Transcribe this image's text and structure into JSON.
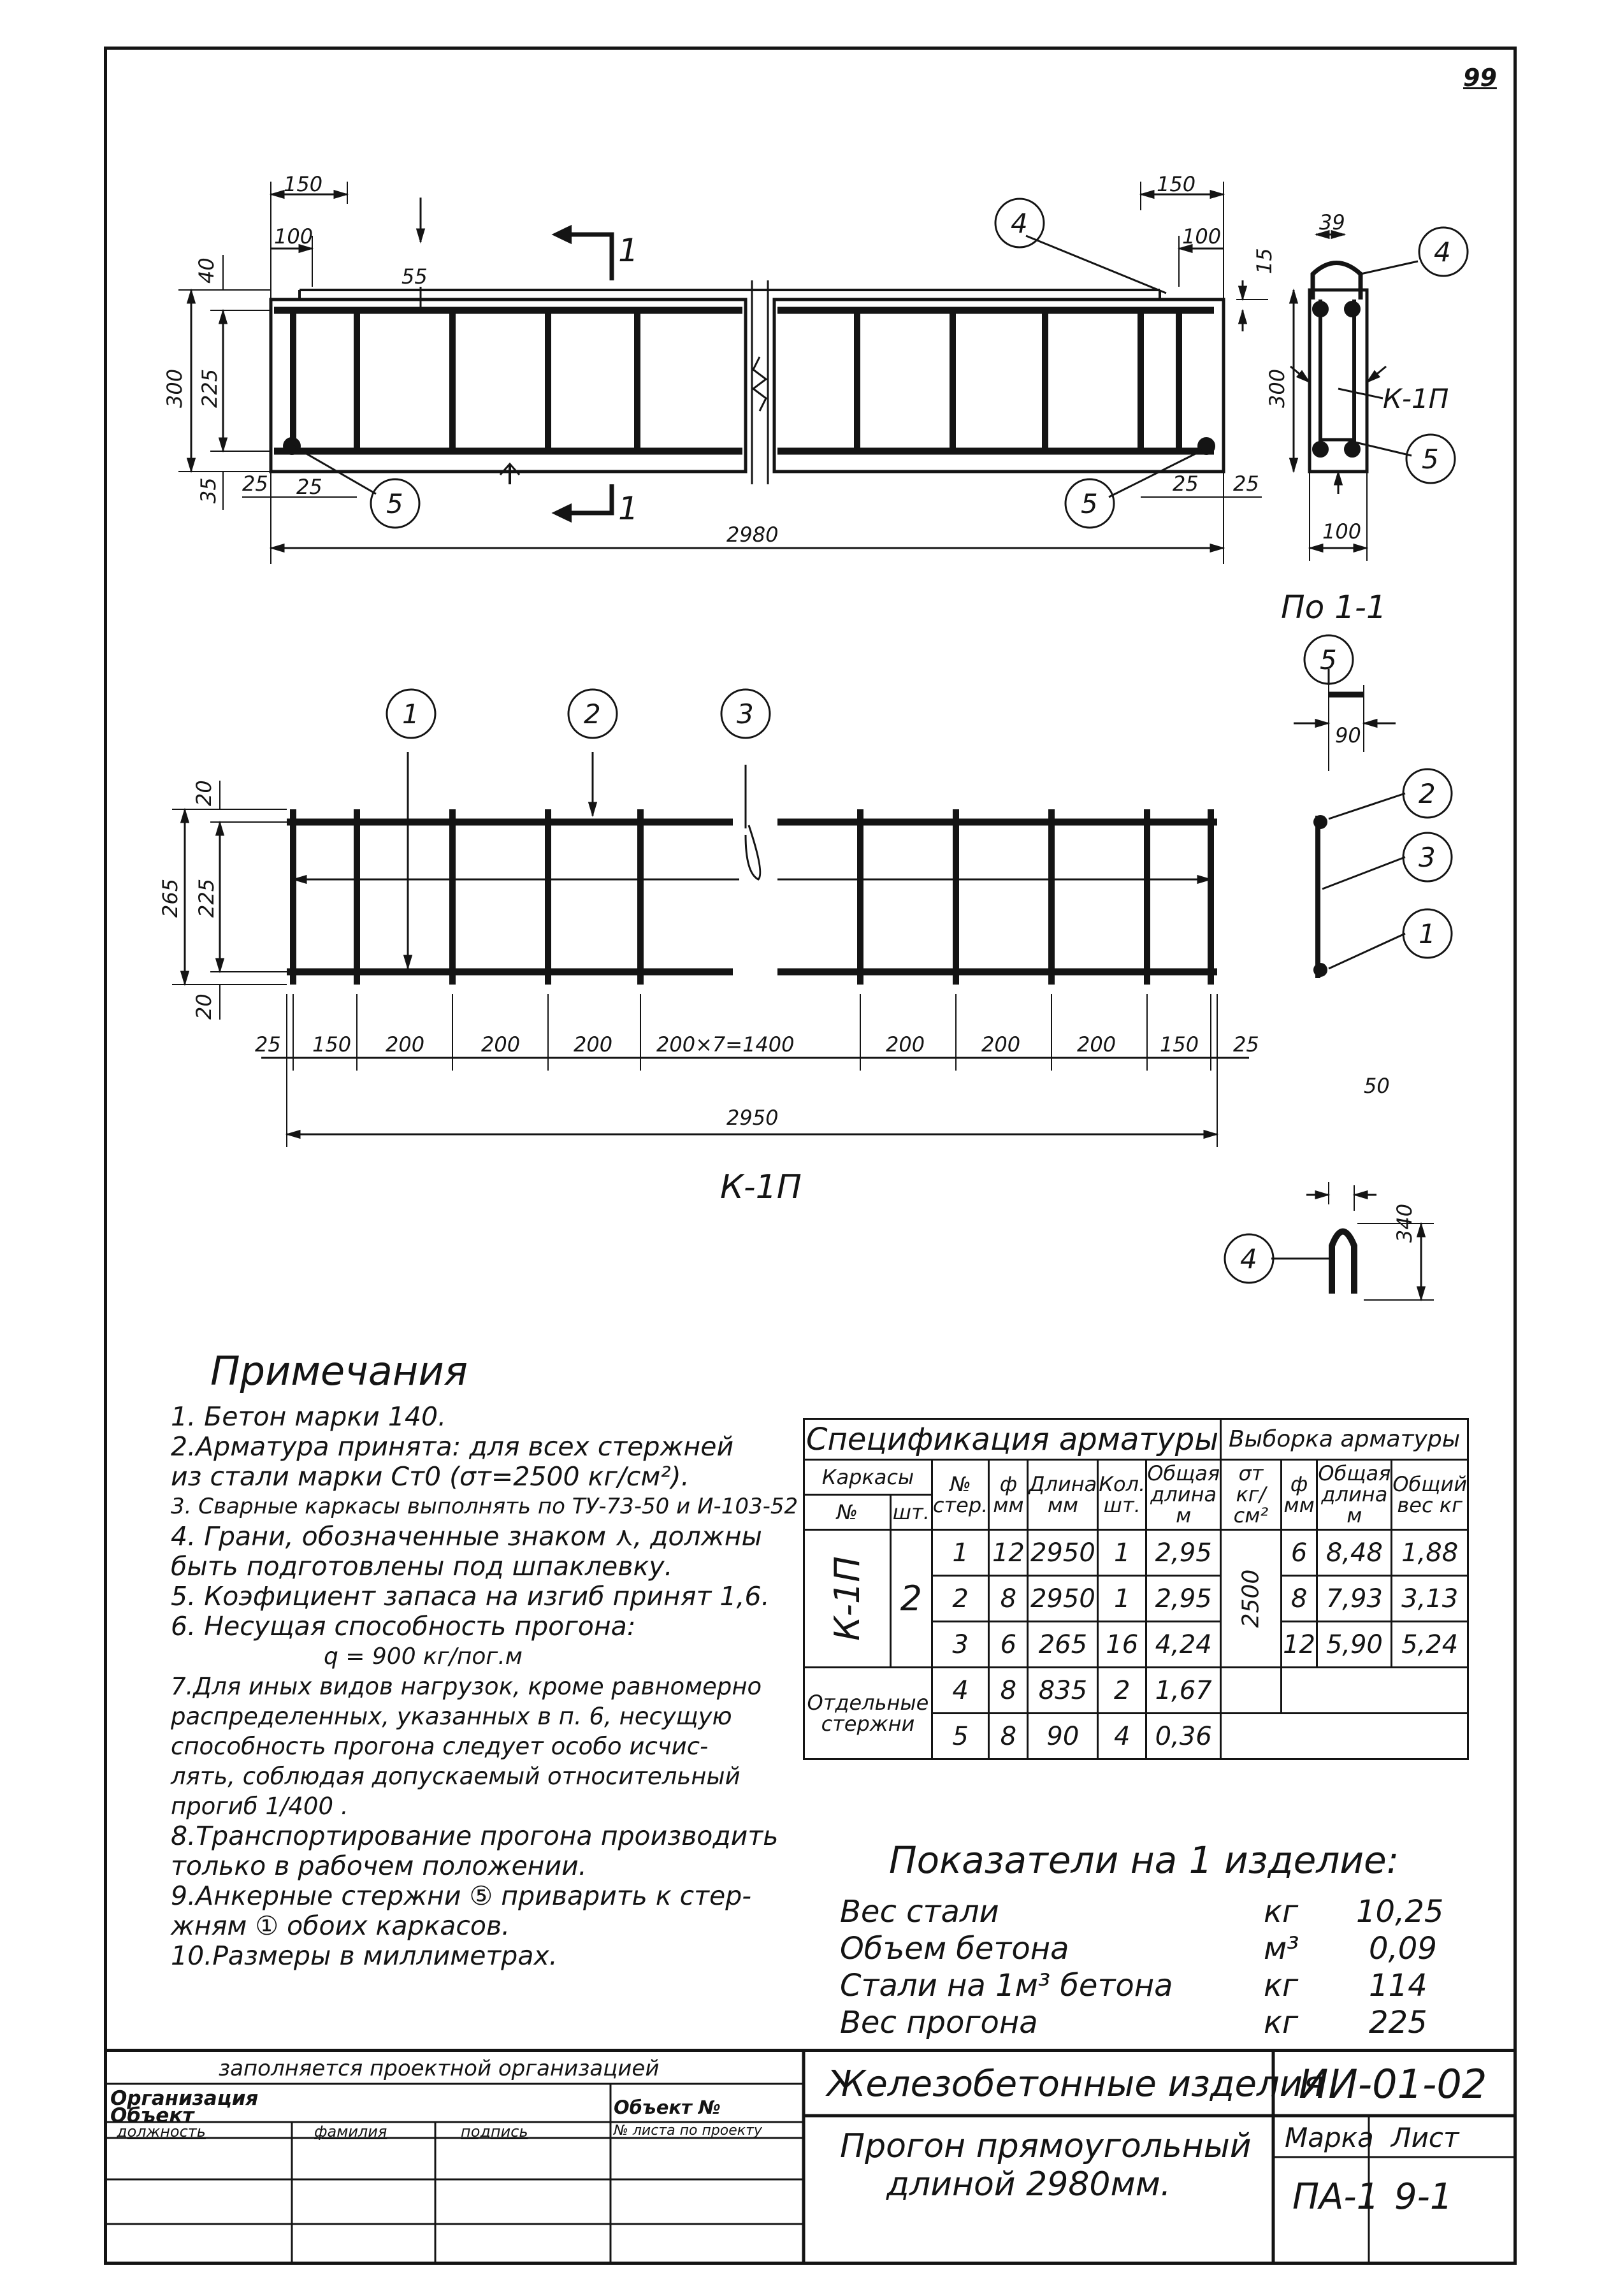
{
  "page_number": "99",
  "drawing": {
    "main_view": {
      "dims": {
        "d150_left": "150",
        "d100_left": "100",
        "d55": "55",
        "d40": "40",
        "d300": "300",
        "d225": "225",
        "d35": "35",
        "d25a": "25",
        "d25b": "25",
        "d150_right": "150",
        "d100_right": "100",
        "d15": "15",
        "d25c": "25",
        "d25d": "25",
        "d2980": "2980"
      },
      "section_mark": "1",
      "callouts": {
        "c4": "4",
        "c5a": "5",
        "c5b": "5"
      }
    },
    "section_view": {
      "dims": {
        "d39": "39",
        "d300": "300",
        "d100": "100"
      },
      "callouts": {
        "c4": "4",
        "c5": "5"
      },
      "label_k1p": "К-1П",
      "caption": "По 1-1"
    },
    "cage_view": {
      "dims": {
        "d20a": "20",
        "d265": "265",
        "d225": "225",
        "d20b": "20",
        "d25a": "25",
        "d150a": "150",
        "d200a": "200",
        "d200b": "200",
        "d200c": "200",
        "d200x7": "200×7=1400",
        "d200d": "200",
        "d200e": "200",
        "d200f": "200",
        "d150b": "150",
        "d25b": "25",
        "d2950": "2950"
      },
      "callouts": {
        "c1": "1",
        "c2": "2",
        "c3": "3"
      },
      "caption": "К-1П"
    },
    "detail5": {
      "callout": "5",
      "dim": "90"
    },
    "detail_side": {
      "c2": "2",
      "c3": "3",
      "c1": "1"
    },
    "detail4": {
      "callout": "4",
      "dim50": "50",
      "dim340": "340"
    }
  },
  "notes": {
    "title": "Примечания",
    "lines": [
      "1. Бетон марки 140.",
      "2.Арматура принята: для всех стержней",
      "из стали марки Ст0 (σт=2500 кг/см²).",
      "3. Сварные каркасы выполнять по ТУ-73-50 и И-103-52",
      "4. Грани, обозначенные знаком ⋏, должны",
      "быть подготовлены под шпаклевку.",
      "5. Коэфициент запаса на изгиб принят 1,6.",
      "6. Несущая способность прогона:",
      "q = 900 кг/пог.м",
      "7.Для иных видов нагрузок, кроме равномерно",
      "распределенных, указанных в п. 6, несущую",
      "способность прогона следует особо исчис-",
      "лять, соблюдая допускаемый относительный",
      "прогиб 1/400 .",
      "8.Транспортирование прогона производить",
      "только в рабочем положении.",
      "9.Анкерные стержни ⑤ приварить к стер-",
      "жням ① обоих каркасов.",
      "10.Размеры в миллиметрах."
    ]
  },
  "spec_table": {
    "title": "Спецификация арматуры",
    "title2": "Выборка арматуры",
    "h_karkasy": "Каркасы",
    "h_no": "№",
    "h_sht": "шт.",
    "h_ster": "№ стер.",
    "h_phi": "ф мм",
    "h_len": "Длина мм",
    "h_qty": "Кол. шт.",
    "h_total": "Общая длина м",
    "h_sigma": "σт кг/см²",
    "h_phi2": "ф мм",
    "h_tlen": "Общая длина м",
    "h_weight": "Общий вес кг",
    "k1p": "К-1П",
    "k1p_count": "2",
    "separate": "Отдельные стержни",
    "sigma_val": "2500",
    "rows": [
      {
        "n": "1",
        "phi": "12",
        "len": "2950",
        "qty": "1",
        "total": "2,95"
      },
      {
        "n": "2",
        "phi": "8",
        "len": "2950",
        "qty": "1",
        "total": "2,95"
      },
      {
        "n": "3",
        "phi": "6",
        "len": "265",
        "qty": "16",
        "total": "4,24"
      },
      {
        "n": "4",
        "phi": "8",
        "len": "835",
        "qty": "2",
        "total": "1,67"
      },
      {
        "n": "5",
        "phi": "8",
        "len": "90",
        "qty": "4",
        "total": "0,36"
      }
    ],
    "sel_rows": [
      {
        "phi": "6",
        "tlen": "8,48",
        "w": "1,88"
      },
      {
        "phi": "8",
        "tlen": "7,93",
        "w": "3,13"
      },
      {
        "phi": "12",
        "tlen": "5,90",
        "w": "5,24"
      }
    ]
  },
  "indicators": {
    "title": "Показатели на 1 изделие:",
    "rows": [
      {
        "label": "Вес стали",
        "unit": "кг",
        "value": "10,25"
      },
      {
        "label": "Объем бетона",
        "unit": "м³",
        "value": "0,09"
      },
      {
        "label": "Стали на 1м³ бетона",
        "unit": "кг",
        "value": "114"
      },
      {
        "label": "Вес прогона",
        "unit": "кг",
        "value": "225"
      }
    ]
  },
  "title_block": {
    "filled_by": "заполняется проектной организацией",
    "org": "Организация",
    "obj": "Объект",
    "obj_no": "Объект №",
    "position": "должность",
    "surname": "фамилия",
    "signature": "подпись",
    "sheet_no": "№ листа по проекту",
    "series_title": "Железобетонные изделия",
    "series_code": "ИИ-01-02",
    "product_name_1": "Прогон прямоугольный",
    "product_name_2": "длиной 2980мм.",
    "mark_label": "Марка",
    "sheet_label": "Лист",
    "mark": "ПА-1",
    "sheet": "9-1"
  }
}
